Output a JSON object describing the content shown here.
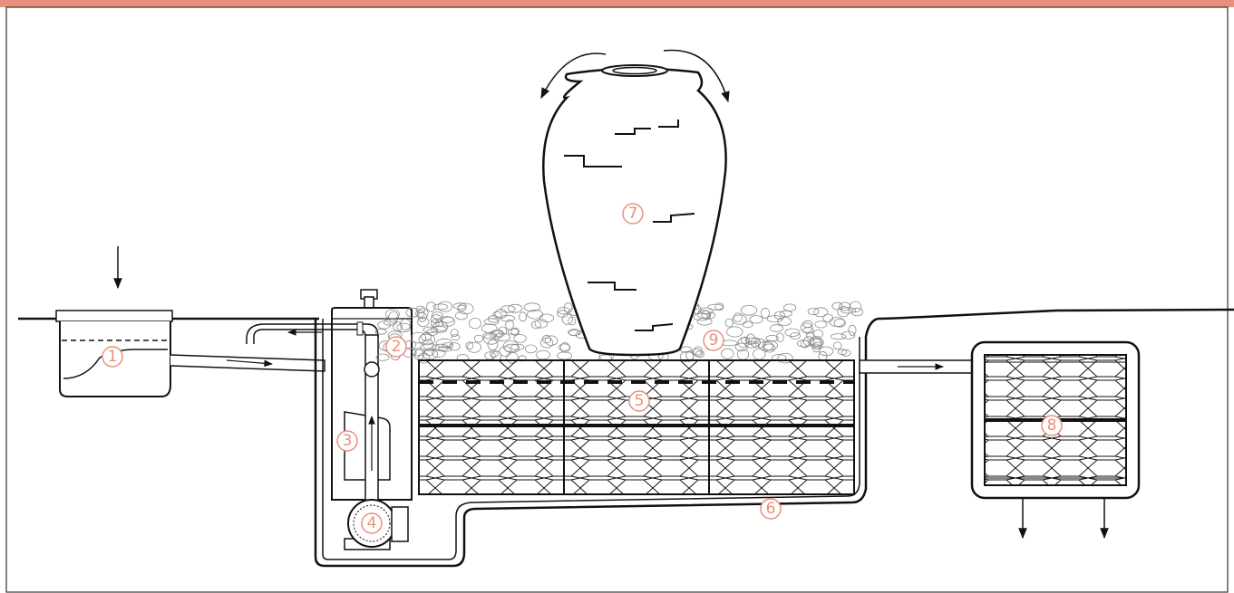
{
  "colors": {
    "accent": "#e8907c",
    "callout": "#e8907c",
    "line": "#111111",
    "frame_border": "#333333"
  },
  "callouts": [
    {
      "id": "1",
      "label": "1"
    },
    {
      "id": "2",
      "label": "2"
    },
    {
      "id": "3",
      "label": "3"
    },
    {
      "id": "4",
      "label": "4"
    },
    {
      "id": "5",
      "label": "5"
    },
    {
      "id": "6",
      "label": "6"
    },
    {
      "id": "7",
      "label": "7"
    },
    {
      "id": "8",
      "label": "8"
    },
    {
      "id": "9",
      "label": "9"
    }
  ]
}
